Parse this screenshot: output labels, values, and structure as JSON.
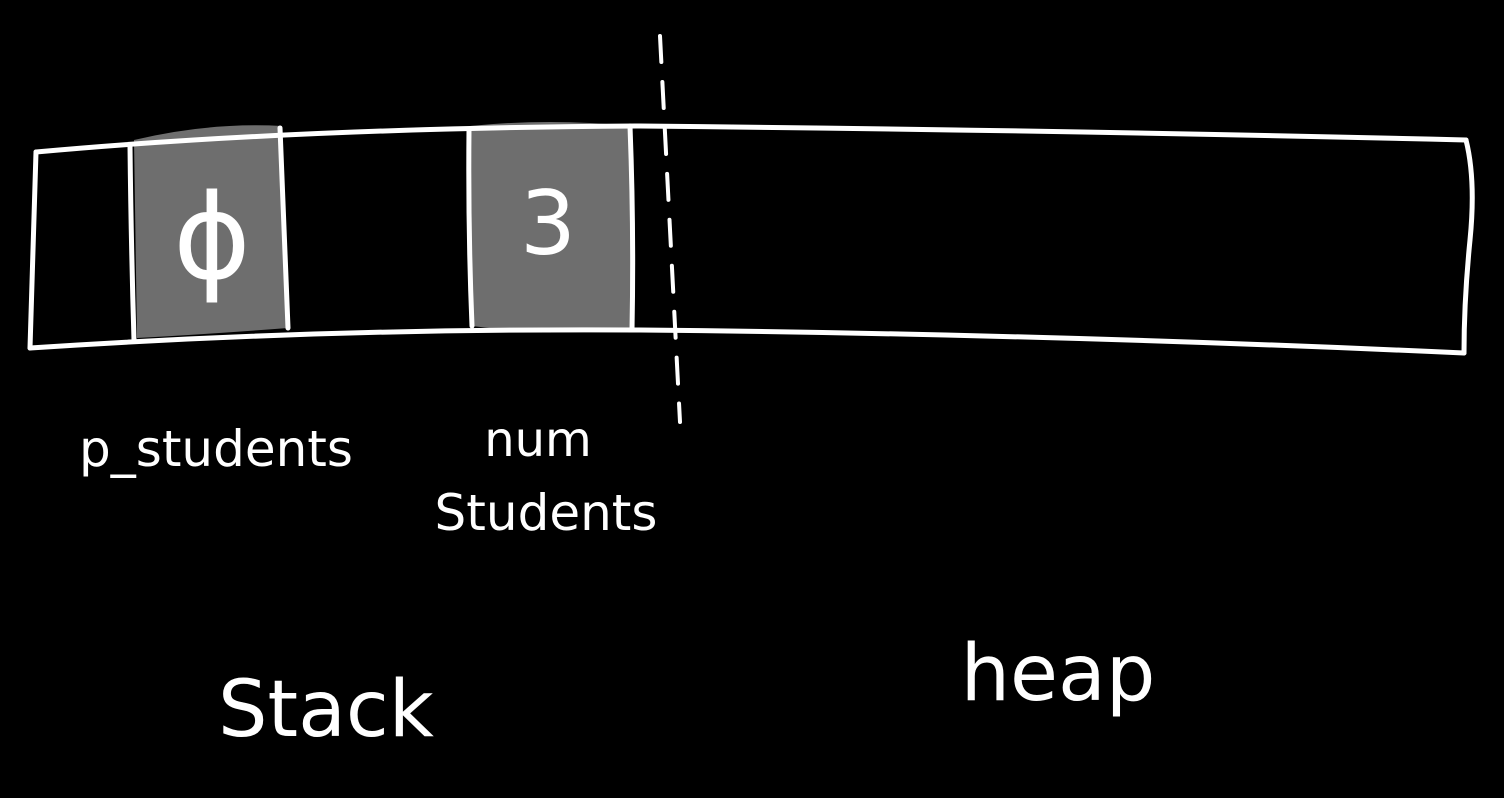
{
  "colors": {
    "background": "#000000",
    "stroke": "#ffffff",
    "cell_fill": "#6e6e6e"
  },
  "cells": {
    "p_students_value": "ϕ",
    "num_students_value": "3"
  },
  "labels": {
    "p_students": "p_students",
    "num_students_line1": "num",
    "num_students_line2": "Students",
    "stack": "Stack",
    "heap": "heap"
  }
}
